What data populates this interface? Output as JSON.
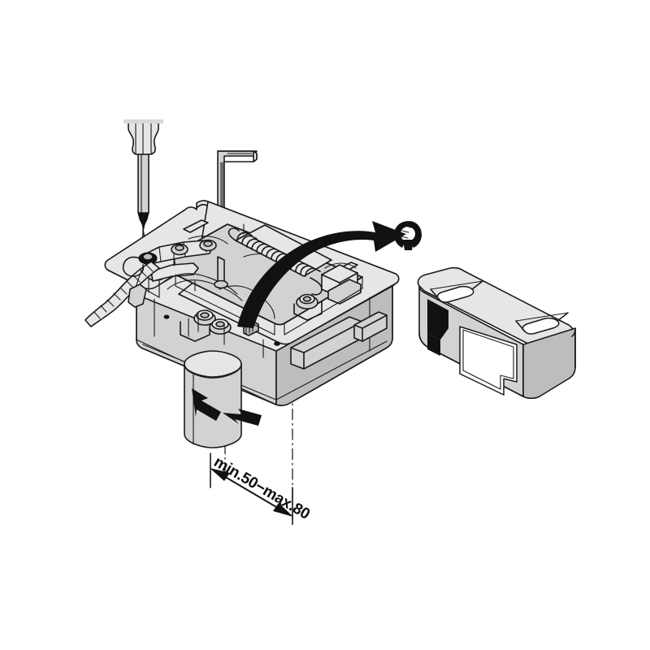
{
  "illustration": {
    "title": "Furniture lift mechanism housing assembly",
    "type": "exploded-technical-line-drawing",
    "background_color": "#ffffff",
    "line_color": "#1a1a1a",
    "fill_light": "#e3e3e3",
    "fill_mid": "#cfcfcf",
    "fill_dark": "#b5b5b5",
    "solid_black": "#111111"
  },
  "dimension": {
    "label": "min.50−max.80",
    "min": 50,
    "max": 80,
    "unit": "mm",
    "style": "double-headed-arrow"
  },
  "tools": {
    "screwdriver": {
      "name": "phillips-screwdriver",
      "orientation": "vertical",
      "tip": "cross-tip"
    },
    "hex_key": {
      "name": "allen-hex-key",
      "orientation": "L-shaped"
    }
  },
  "parts": {
    "housing": {
      "name": "main-housing-body",
      "description": "Open rectangular housing with internal spring mechanism"
    },
    "spring": {
      "name": "coil-spring",
      "description": "Tension coil spring inside housing"
    },
    "pin": {
      "name": "cylindrical-mounting-pin",
      "description": "Cylindrical peg protruding below housing"
    },
    "cover": {
      "name": "detachable-cover-cap",
      "description": "Removable cover with two slotted holes and front window cutout"
    },
    "clip": {
      "name": "c-clip-retainer",
      "description": "Small C-shaped circlip retainer"
    },
    "cable": {
      "name": "flexible-cable",
      "description": "Flexible cable exiting left side of housing"
    }
  },
  "arrows": {
    "curved": {
      "name": "cover-removal-arrow",
      "direction": "up-right",
      "style": "curved-bold"
    },
    "pin_left": {
      "name": "pin-adjust-arrow-left",
      "direction": "up-left",
      "style": "straight-bold"
    },
    "pin_right": {
      "name": "pin-adjust-arrow-right",
      "direction": "down-right",
      "style": "straight-bold"
    }
  },
  "center_lines": {
    "name": "dash-dot-center-lines",
    "count": 3,
    "style": "dash-dot"
  }
}
